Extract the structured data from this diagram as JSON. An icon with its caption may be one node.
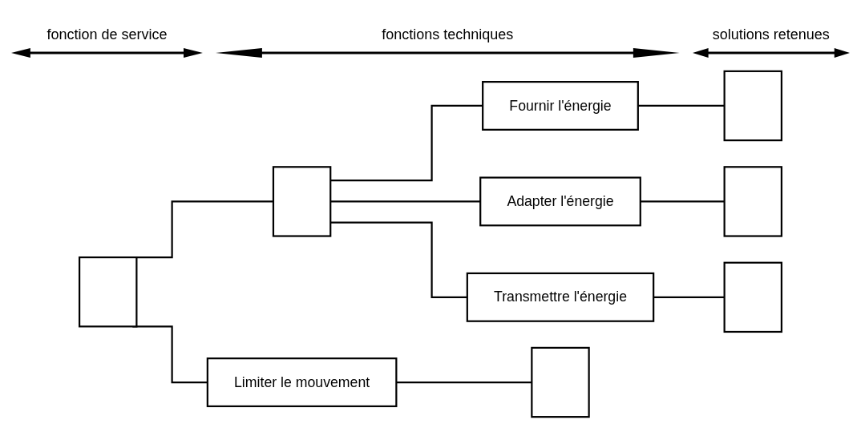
{
  "diagram": {
    "nodes": [
      {
        "text": [],
        "shape": "box"
      },
      {
        "text": [],
        "shape": "box"
      },
      {
        "text": [
          "Limiter le mouvement"
        ]
      },
      {
        "text": [
          "Fournir l'énergie"
        ]
      },
      {
        "text": [
          "Adapter l'énergie"
        ]
      },
      {
        "text": [
          "Transmettre l'énergie"
        ]
      },
      {
        "text": [],
        "shape": "box"
      },
      {
        "text": [],
        "shape": "box"
      },
      {
        "text": [],
        "shape": "box"
      },
      {
        "text": [],
        "shape": "box"
      }
    ],
    "edges": [
      {
        "from": 0,
        "to": 1,
        "arrow": "none"
      },
      {
        "from": 0,
        "to": 2,
        "arrow": "none"
      },
      {
        "from": 1,
        "to": 3,
        "arrow": "none"
      },
      {
        "from": 1,
        "to": 4,
        "arrow": "none"
      },
      {
        "from": 1,
        "to": 5,
        "arrow": "none"
      },
      {
        "from": 3,
        "to": 6,
        "arrow": "none"
      },
      {
        "from": 4,
        "to": 7,
        "arrow": "none"
      },
      {
        "from": 5,
        "to": 8,
        "arrow": "none"
      },
      {
        "from": 2,
        "to": 9,
        "arrow": "none"
      }
    ],
    "labels": [
      "fonction de service",
      "fonctions techniques",
      "solutions retenues"
    ]
  }
}
